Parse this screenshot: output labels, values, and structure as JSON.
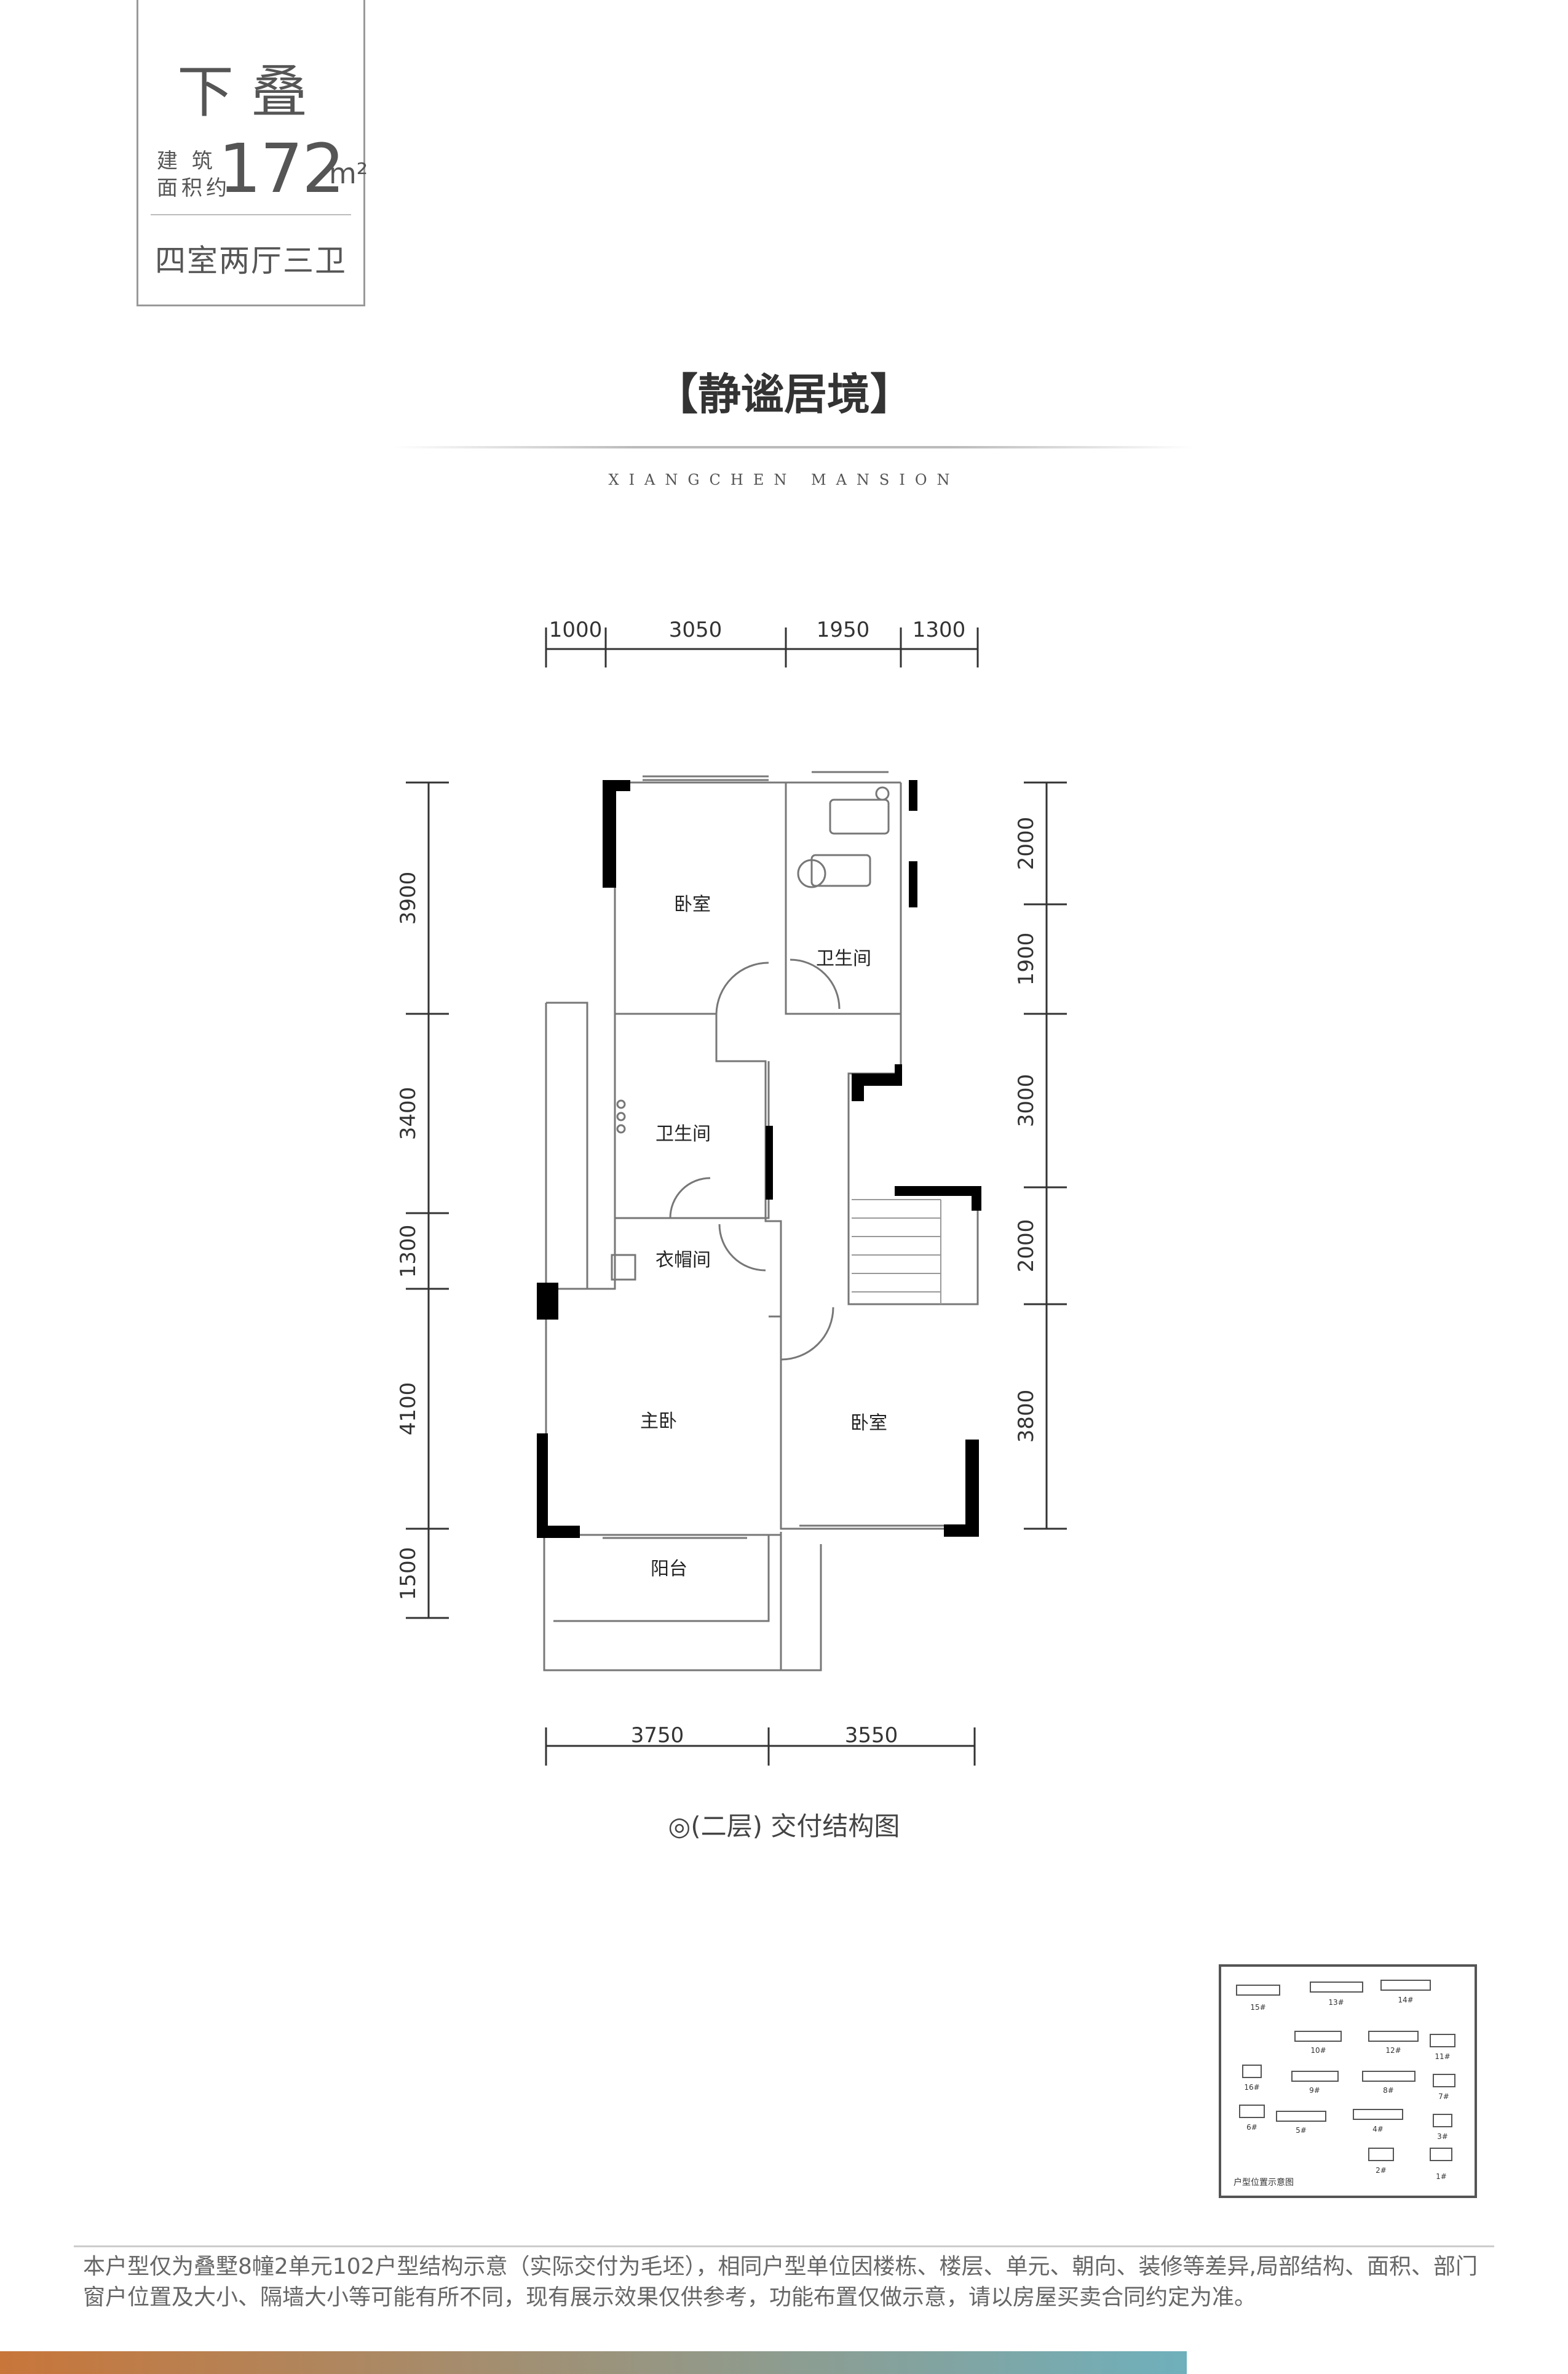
{
  "header": {
    "unit_type": "下叠",
    "area_label_line1": "建 筑",
    "area_label_line2": "面积约",
    "area_value": "172",
    "area_unit": "m²",
    "room_config": "四室两厅三卫"
  },
  "section": {
    "title": "【静谧居境】",
    "subtitle": "XIANGCHEN MANSION"
  },
  "floorplan": {
    "dimensions_top": [
      "1000",
      "3050",
      "1950",
      "1300"
    ],
    "dimensions_bottom": [
      "3750",
      "3550"
    ],
    "dimensions_left": [
      "3900",
      "3400",
      "1300",
      "4100",
      "1500"
    ],
    "dimensions_right": [
      "2000",
      "1900",
      "3000",
      "2000",
      "3800"
    ],
    "rooms": {
      "bedroom_top": "卧室",
      "bathroom_top": "卫生间",
      "bathroom_mid": "卫生间",
      "walkin_closet": "衣帽间",
      "master_bedroom": "主卧",
      "bedroom_right": "卧室",
      "balcony": "阳台"
    },
    "caption": "◎(二层) 交付结构图",
    "colors": {
      "wall": "#000000",
      "line": "#777777",
      "dimension": "#333333"
    }
  },
  "keymap": {
    "label": "户型位置示意图",
    "buildings": [
      "15#",
      "13#",
      "14#",
      "10#",
      "12#",
      "11#",
      "16#",
      "9#",
      "8#",
      "6#",
      "5#",
      "4#",
      "3#",
      "7#",
      "2#",
      "1#"
    ]
  },
  "footer": {
    "disclaimer": "本户型仅为叠墅8幢2单元102户型结构示意（实际交付为毛坯），相同户型单位因楼栋、楼层、单元、朝向、装修等差异,局部结构、面积、部门窗户位置及大小、隔墙大小等可能有所不同，现有展示效果仅供参考，功能布置仅做示意，请以房屋买卖合同约定为准。"
  }
}
